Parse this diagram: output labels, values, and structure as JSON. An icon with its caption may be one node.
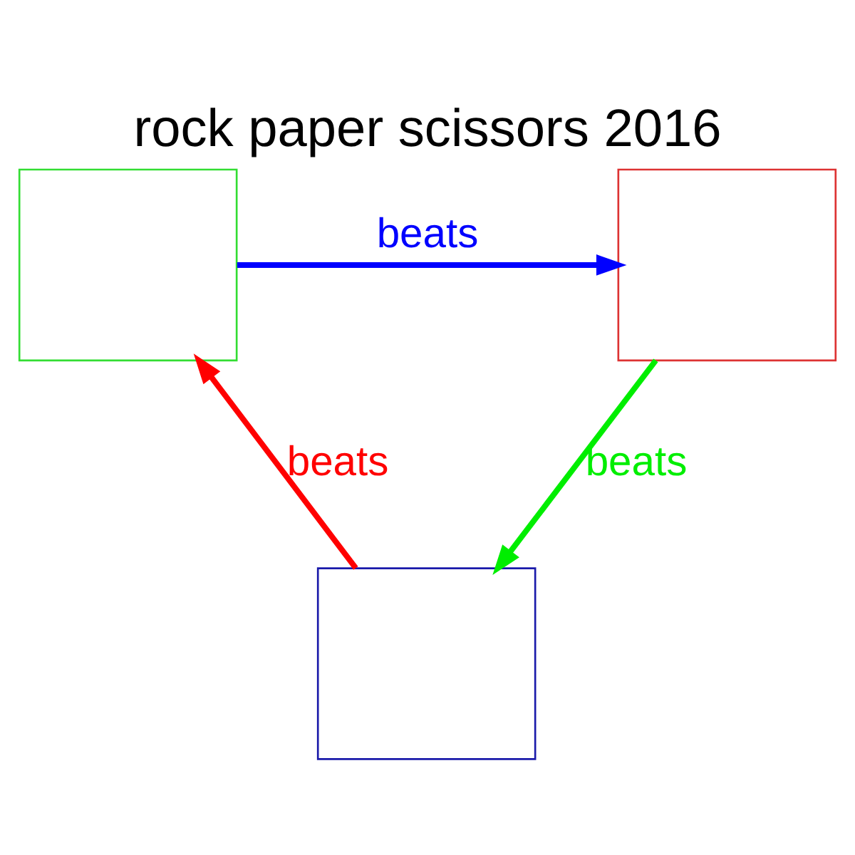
{
  "diagram": {
    "title": "rock paper scissors 2016",
    "nodes": [
      {
        "text": [],
        "shape": "box"
      },
      {
        "text": [],
        "shape": "box"
      },
      {
        "text": [],
        "shape": "box"
      }
    ],
    "edges": [
      {
        "from": 0,
        "to": 1,
        "arrow": "to",
        "label": "beats",
        "color": "#0000ff"
      },
      {
        "from": 1,
        "to": 2,
        "arrow": "to",
        "label": "beats",
        "color": "#00ee00"
      },
      {
        "from": 2,
        "to": 0,
        "arrow": "to",
        "label": "beats",
        "color": "#ff0000"
      }
    ]
  }
}
